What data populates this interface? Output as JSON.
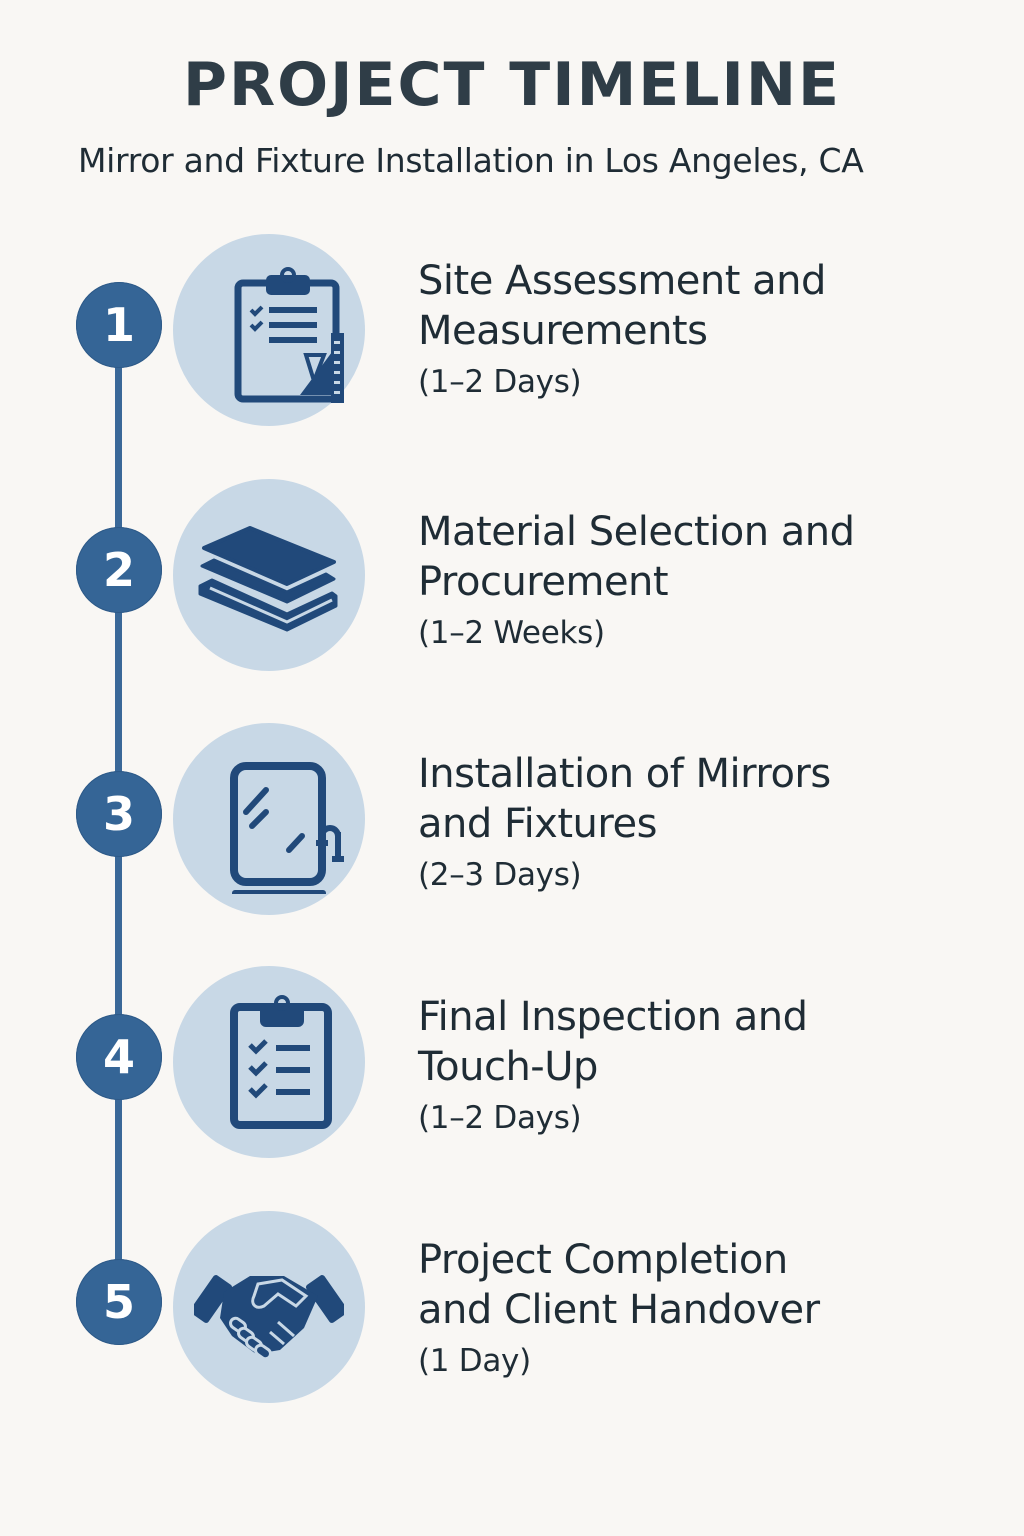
{
  "header": {
    "title": "PROJECT TIMELINE",
    "subtitle": "Mirror and Fixture Installation in Los Angeles, CA"
  },
  "colors": {
    "background": "#f9f7f4",
    "badge": "#356596",
    "timeline_line": "#3a6898",
    "icon_disc": "#c8d8e6",
    "icon_fill": "#21497a",
    "title_text": "#2f3d47",
    "body_text": "#1f2c35"
  },
  "steps": [
    {
      "number": "1",
      "title_line1": "Site Assessment and",
      "title_line2": "Measurements",
      "duration": "(1–2 Days)",
      "icon": "clipboard-ruler-icon"
    },
    {
      "number": "2",
      "title_line1": "Material Selection and",
      "title_line2": "Procurement",
      "duration": "(1–2 Weeks)",
      "icon": "layers-stack-icon"
    },
    {
      "number": "3",
      "title_line1": "Installation of Mirrors",
      "title_line2": "and Fixtures",
      "duration": "(2–3 Days)",
      "icon": "mirror-faucet-icon"
    },
    {
      "number": "4",
      "title_line1": "Final Inspection and",
      "title_line2": "Touch-Up",
      "duration": "(1–2 Days)",
      "icon": "checklist-clipboard-icon"
    },
    {
      "number": "5",
      "title_line1": "Project Completion",
      "title_line2": "and Client Handover",
      "duration": "(1 Day)",
      "icon": "handshake-icon"
    }
  ]
}
